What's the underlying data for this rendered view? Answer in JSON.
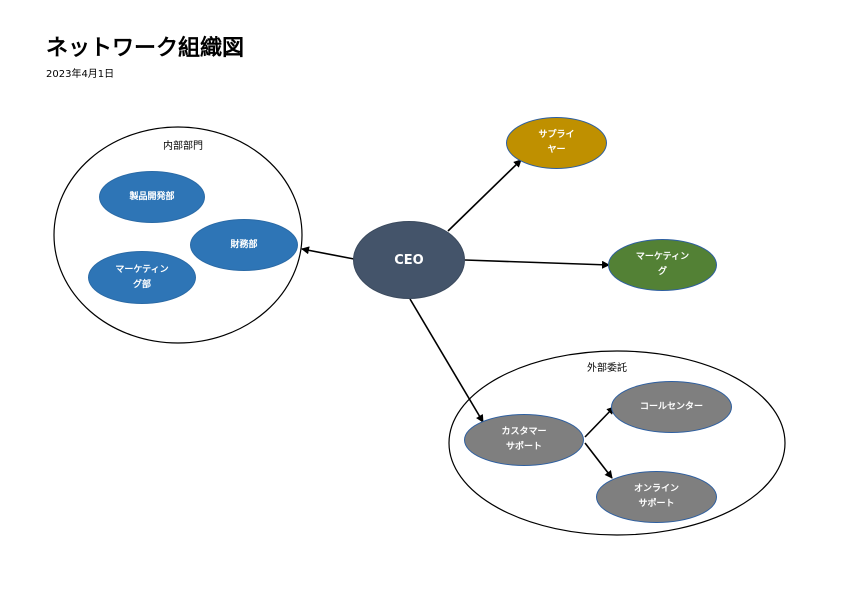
{
  "title": "ネットワーク組織図",
  "date": "2023年4月1日",
  "groups": {
    "internal": {
      "label": "内部部門"
    },
    "outsourcing": {
      "label": "外部委託"
    }
  },
  "nodes": {
    "product_dev": "製品開発部",
    "finance": "財務部",
    "marketing_internal": "マーケティン\nグ部",
    "ceo": "CEO",
    "supplier": "サプライ\nヤー",
    "marketing": "マーケティン\nグ",
    "customer_support": "カスタマー\nサポート",
    "call_center": "コールセンター",
    "online_support": "オンライン\nサポート"
  },
  "colors": {
    "blue": "#2e75b6",
    "ceo": "#44546a",
    "gold": "#bf9000",
    "green": "#538135",
    "gray": "#7f7f7f"
  }
}
